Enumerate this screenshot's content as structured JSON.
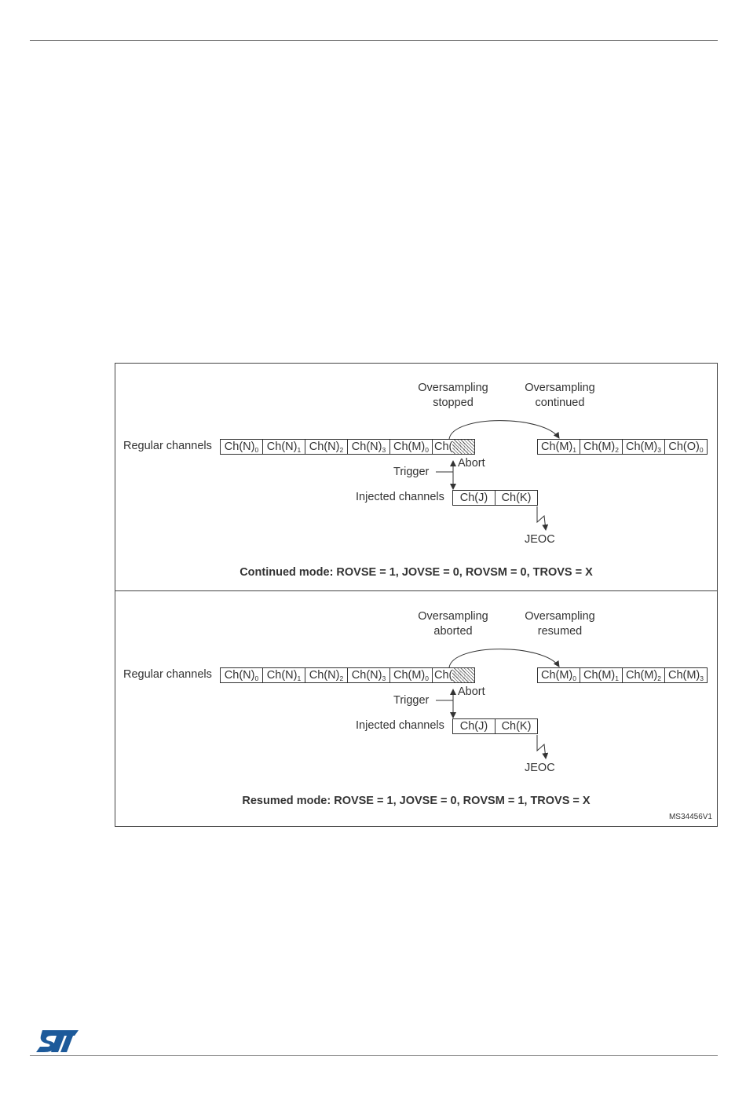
{
  "figure": {
    "panels": [
      {
        "annotation_left": [
          "Oversampling",
          "stopped"
        ],
        "annotation_right": [
          "Oversampling",
          "continued"
        ],
        "regular_label": "Regular channels",
        "regular_cells_before": [
          {
            "base": "Ch(N)",
            "sub": "0"
          },
          {
            "base": "Ch(N)",
            "sub": "1"
          },
          {
            "base": "Ch(N)",
            "sub": "2"
          },
          {
            "base": "Ch(N)",
            "sub": "3"
          },
          {
            "base": "Ch(M)",
            "sub": "0"
          }
        ],
        "aborted_cell": {
          "base": "Ch(M)",
          "sub": "1"
        },
        "regular_cells_after": [
          {
            "base": "Ch(M)",
            "sub": "1"
          },
          {
            "base": "Ch(M)",
            "sub": "2"
          },
          {
            "base": "Ch(M)",
            "sub": "3"
          },
          {
            "base": "Ch(O)",
            "sub": "0"
          }
        ],
        "abort_label": "Abort",
        "trigger_label": "Trigger",
        "injected_label": "Injected channels",
        "injected_cells": [
          "Ch(J)",
          "Ch(K)"
        ],
        "jeoc_label": "JEOC",
        "caption": "Continued mode: ROVSE = 1, JOVSE = 0, ROVSM = 0, TROVS = X"
      },
      {
        "annotation_left": [
          "Oversampling",
          "aborted"
        ],
        "annotation_right": [
          "Oversampling",
          "resumed"
        ],
        "regular_label": "Regular channels",
        "regular_cells_before": [
          {
            "base": "Ch(N)",
            "sub": "0"
          },
          {
            "base": "Ch(N)",
            "sub": "1"
          },
          {
            "base": "Ch(N)",
            "sub": "2"
          },
          {
            "base": "Ch(N)",
            "sub": "3"
          },
          {
            "base": "Ch(M)",
            "sub": "0"
          }
        ],
        "aborted_cell": {
          "base": "Ch(M)",
          "sub": "1"
        },
        "regular_cells_after": [
          {
            "base": "Ch(M)",
            "sub": "0"
          },
          {
            "base": "Ch(M)",
            "sub": "1"
          },
          {
            "base": "Ch(M)",
            "sub": "2"
          },
          {
            "base": "Ch(M)",
            "sub": "3"
          }
        ],
        "abort_label": "Abort",
        "trigger_label": "Trigger",
        "injected_label": "Injected channels",
        "injected_cells": [
          "Ch(J)",
          "Ch(K)"
        ],
        "jeoc_label": "JEOC",
        "caption": "Resumed mode: ROVSE = 1, JOVSE = 0, ROVSM = 1, TROVS = X"
      }
    ],
    "doc_id": "MS34456V1"
  },
  "colors": {
    "text": "#333333",
    "lines": "#333333",
    "logo": "#1d5a9a"
  },
  "icons": {
    "logo": "st-logo-icon"
  }
}
